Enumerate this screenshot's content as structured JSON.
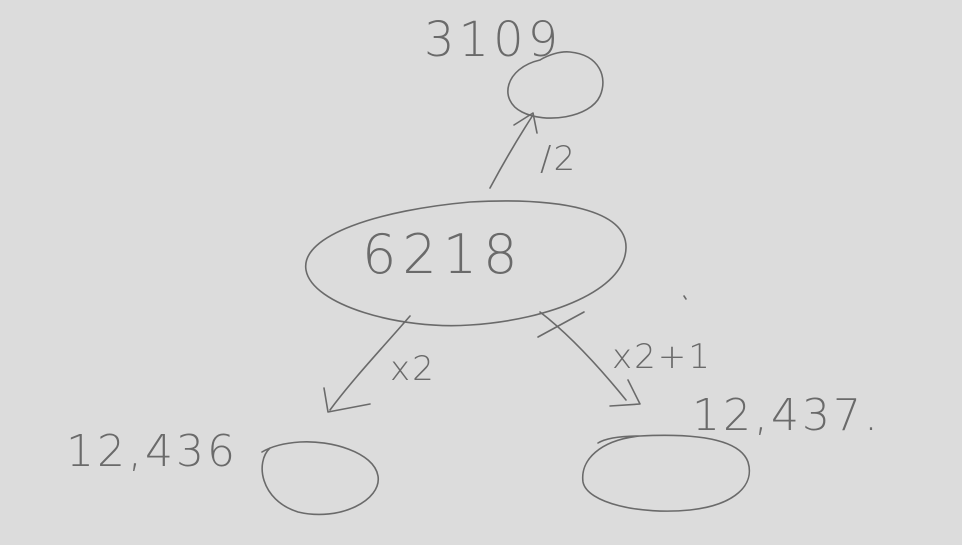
{
  "nodes": {
    "root": "6218",
    "parent": "3109",
    "left_child": "12,436",
    "right_child": "12,437."
  },
  "edges": {
    "to_parent": "/2",
    "to_left": "x2",
    "to_right": "x2+1"
  }
}
